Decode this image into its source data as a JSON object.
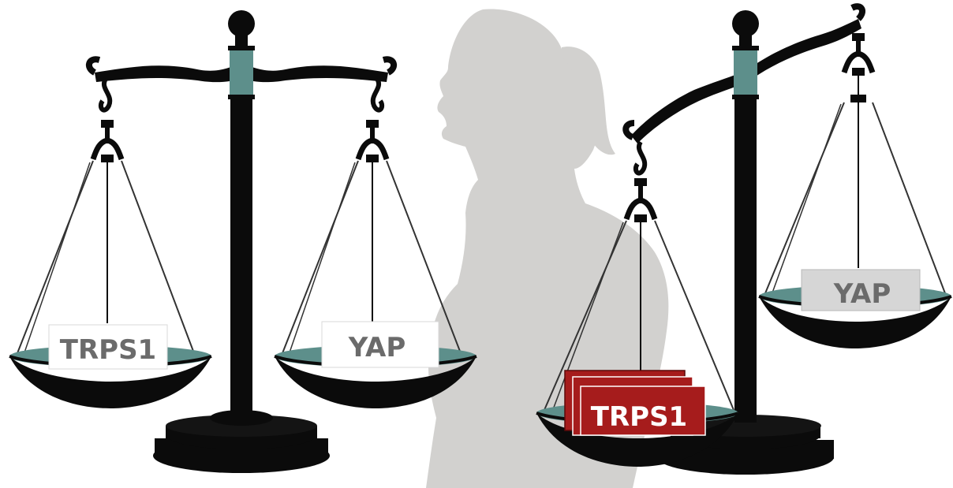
{
  "left_scale": {
    "left_pan_label": "TRPS1",
    "right_pan_label": "YAP"
  },
  "right_scale": {
    "heavy_pan_label": "TRPS1",
    "light_pan_label": "YAP"
  },
  "colors": {
    "iron": "#0b0b0b",
    "teal": "#5d8f8b",
    "silhouette": "#d2d1cf",
    "card_white": "#ffffff",
    "card_gray": "#d6d6d6",
    "card_red": "#a61c1c",
    "label_gray": "#6b6b6b",
    "label_white": "#ffffff"
  }
}
